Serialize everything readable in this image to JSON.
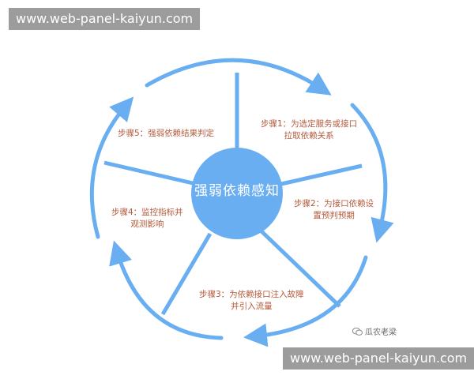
{
  "watermark": {
    "top": "www.web-panel-kaiyun.com",
    "bottom": "www.web-panel-kaiyun.com"
  },
  "diagram": {
    "center": "强弱依赖感知",
    "steps": [
      {
        "line1": "步骤1：为选定服务或接口",
        "line2": "拉取依赖关系"
      },
      {
        "line1": "步骤2：为接口依赖设",
        "line2": "置预判预期"
      },
      {
        "line1": "步骤3：为依赖接口注入故障",
        "line2": "并引入流量"
      },
      {
        "line1": "步骤4：监控指标并",
        "line2": "观测影响"
      },
      {
        "line1": "步骤5：强弱依赖结果判定",
        "line2": ""
      }
    ]
  },
  "credit": {
    "icon": "wechat-icon",
    "label": "瓜农老梁"
  },
  "colors": {
    "blue": "#6aaef2",
    "spoke": "#6aaef2",
    "step_text": "#b35a3b",
    "watermark_bg": "#808080"
  }
}
